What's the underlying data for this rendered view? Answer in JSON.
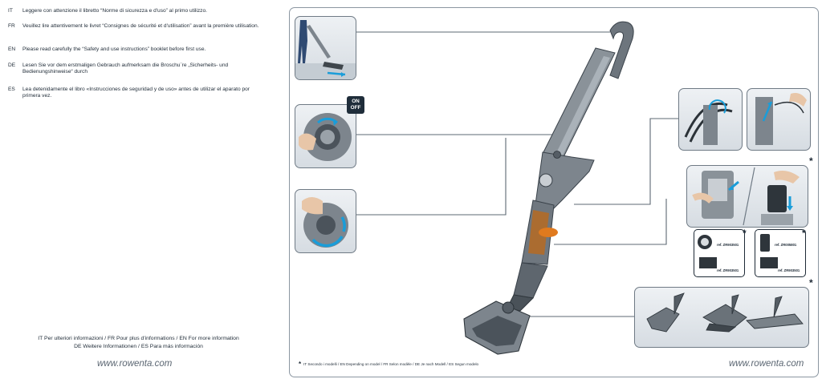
{
  "instructions": [
    {
      "code": "IT",
      "text": "Leggere con attenzione il libretto “Norme di sicurezza e d'uso” al primo utilizzo."
    },
    {
      "code": "FR",
      "text": "Veuillez lire attentivement le livret “Consignes de sécurité et d'utilisation” avant la première utilisation."
    },
    {
      "code": "EN",
      "text": "Please read carefully the “Safety and use instructions” booklet before first use."
    },
    {
      "code": "DE",
      "text": "Lesen Sie vor dem erstmaligen Gebrauch aufmerksam die Broschu¨re „Sicherheits- und Bedienungshinweise“ durch"
    },
    {
      "code": "ES",
      "text": "Lea detenidamente el libro «Instrucciones de seguridad y de uso» antes de utilizar el aparato por primera vez."
    }
  ],
  "more_info": {
    "line1": "IT Per ulteriori informazioni / FR Pour plus d'informations / EN For more information",
    "line2": "DE Weitere Informationen / ES Para más información"
  },
  "website": "www.rowenta.com",
  "switch_label": {
    "line1": "ON",
    "line2": "OFF"
  },
  "asterisk": "*",
  "footnote": "IT Secondo i modelli / EN Depending on model / FR Selon modèle / DE Je nach Modell / ES Segun modelo",
  "refs": {
    "filter_round": "ref. ZR903501",
    "filter_rect": "ref. ZR903501",
    "filter_tall": "ref. ZR005801",
    "filter_foam": "ref. ZR903501"
  },
  "colors": {
    "text": "#1e2a36",
    "frame": "#8b96a1",
    "accent_arrow": "#1a9dd9",
    "body_gray": "#7d858d",
    "orange": "#e07a1e"
  }
}
